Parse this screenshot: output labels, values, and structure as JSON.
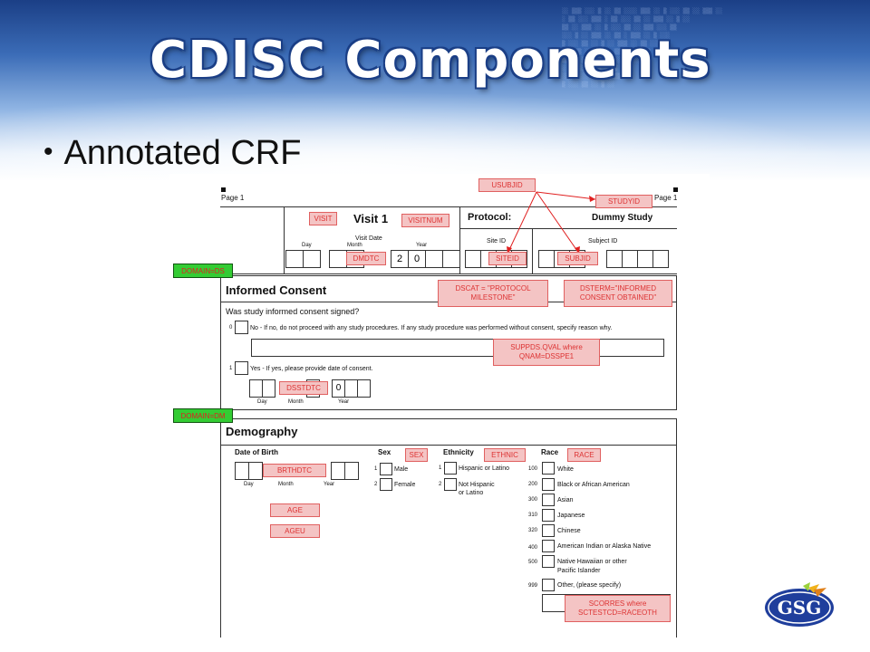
{
  "slide": {
    "title": "CDISC Components",
    "bullet": "Annotated CRF",
    "logo_text": "GSG"
  },
  "crf": {
    "page_left": "Page 1",
    "page_right": "Page 1",
    "visit_title": "Visit 1",
    "visit_date": "Visit Date",
    "day": "Day",
    "month": "Month",
    "year": "Year",
    "date_digit_2": "2",
    "date_digit_0": "0",
    "protocol_label": "Protocol:",
    "protocol_value": "Dummy Study",
    "site_id": "Site ID",
    "subject_id": "Subject ID",
    "informed_consent_title": "Informed Consent",
    "ic_question": "Was study informed consent signed?",
    "ic_no_code": "0",
    "ic_no_text": "No - If no, do not proceed with any study procedures. If any study procedure was performed without consent, specify reason why.",
    "ic_yes_code": "1",
    "ic_yes_text": "Yes - If yes, please provide date of consent.",
    "ic_date_digit": "0",
    "demography_title": "Demography",
    "dob_label": "Date of Birth",
    "sex_label": "Sex",
    "sex_options": [
      {
        "code": "1",
        "label": "Male"
      },
      {
        "code": "2",
        "label": "Female"
      }
    ],
    "ethnicity_label": "Ethnicity",
    "ethnicity_options": [
      {
        "code": "1",
        "label": "Hispanic or Latino"
      },
      {
        "code": "2",
        "label": "Not Hispanic"
      },
      {
        "code": "",
        "label": "or Latino"
      }
    ],
    "race_label": "Race",
    "race_options": [
      {
        "code": "100",
        "label": "White"
      },
      {
        "code": "200",
        "label": "Black or African American"
      },
      {
        "code": "300",
        "label": "Asian"
      },
      {
        "code": "310",
        "label": "Japanese"
      },
      {
        "code": "320",
        "label": "Chinese"
      },
      {
        "code": "400",
        "label": "American Indian or Alaska Native"
      },
      {
        "code": "500",
        "label": "Native Hawaiian or other"
      },
      {
        "code": "",
        "label": "Pacific Islander"
      },
      {
        "code": "999",
        "label": "Other, (please specify)"
      }
    ]
  },
  "annotations": {
    "usubjid": "USUBJID",
    "studyid": "STUDYID",
    "visit": "VISIT",
    "visitnum": "VISITNUM",
    "dmdtc": "DMDTC",
    "siteid": "SITEID",
    "subjid": "SUBJID",
    "domain_ds": "DOMAIN=DS",
    "dscat": "DSCAT = \"PROTOCOL MILESTONE\"",
    "dsterm": "DSTERM=\"INFORMED CONSENT OBTAINED\"",
    "suppds": "SUPPDS.QVAL where QNAM=DSSPE1",
    "dsstdtc": "DSSTDTC",
    "domain_dm": "DOMAIN=DM",
    "sex": "SEX",
    "ethnic": "ETHNIC",
    "race": "RACE",
    "brthdtc": "BRTHDTC",
    "age": "AGE",
    "ageu": "AGEU",
    "scorres": "SCORRES where SCTESTCD=RACEOTH"
  }
}
